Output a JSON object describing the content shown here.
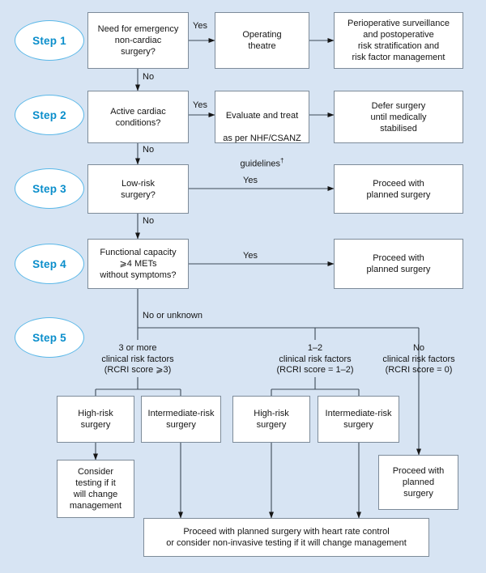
{
  "diagram": {
    "title": "Perioperative cardiac risk assessment algorithm",
    "background_color": "#d7e4f3",
    "box_border_color": "#7d8b99",
    "step_accent_color": "#0a8ecb",
    "step_ellipse_border_color": "#5bb8e8"
  },
  "steps": [
    {
      "label": "Step 1"
    },
    {
      "label": "Step 2"
    },
    {
      "label": "Step 3"
    },
    {
      "label": "Step 4"
    },
    {
      "label": "Step 5"
    }
  ],
  "boxes": {
    "step1_decision": "Need for emergency\nnon-cardiac\nsurgery?",
    "step1_mid": "Operating\ntheatre",
    "step1_right": "Perioperative surveillance\nand postoperative\nrisk stratification and\nrisk factor management",
    "step2_decision": "Active cardiac\nconditions?",
    "step2_mid_line1": "Evaluate and treat",
    "step2_mid_line2": "as per NHF/CSANZ",
    "step2_mid_line3": "guidelines",
    "step2_mid_dagger": "†",
    "step2_right": "Defer surgery\nuntil medically\nstabilised",
    "step3_decision": "Low-risk\nsurgery?",
    "step3_right": "Proceed with\nplanned surgery",
    "step4_decision": "Functional capacity\n⩾4 METs\nwithout symptoms?",
    "step4_right": "Proceed with\nplanned surgery",
    "high_risk_left": "High-risk\nsurgery",
    "intermediate_risk_left": "Intermediate-risk\nsurgery",
    "high_risk_mid": "High-risk\nsurgery",
    "intermediate_risk_mid": "Intermediate-risk\nsurgery",
    "consider_testing": "Consider\ntesting if it\nwill change\nmanagement",
    "proceed_no_risk": "Proceed with\nplanned\nsurgery",
    "bottom_outcome": "Proceed with planned surgery with heart rate control\nor consider non-invasive testing if it will change management"
  },
  "edge_labels": {
    "step1_yes": "Yes",
    "step1_no": "No",
    "step2_yes": "Yes",
    "step2_no": "No",
    "step3_yes": "Yes",
    "step3_no": "No",
    "step4_yes": "Yes",
    "step4_no": "No or unknown"
  },
  "branch_labels": {
    "three_or_more": "3 or more\nclinical risk factors\n(RCRI score ⩾3)",
    "one_to_two": "1–2\nclinical risk factors\n(RCRI score = 1–2)",
    "none": "No\nclinical risk factors\n(RCRI score = 0)"
  }
}
